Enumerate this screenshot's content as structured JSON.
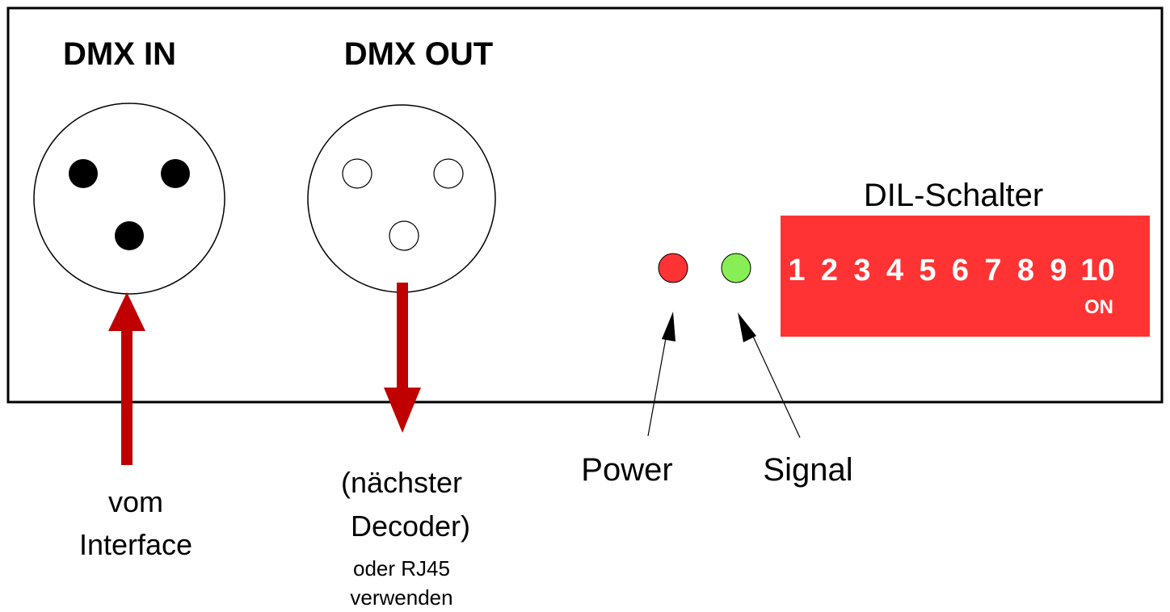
{
  "connectors": {
    "in": {
      "title": "DMX IN",
      "caption_lines": [
        "vom",
        "Interface"
      ]
    },
    "out": {
      "title": "DMX OUT",
      "caption_lines": [
        "(nächster",
        "Decoder)"
      ],
      "note_lines": [
        "oder RJ45",
        "verwenden"
      ]
    }
  },
  "leds": {
    "power": {
      "label": "Power",
      "color": "#ff3333"
    },
    "signal": {
      "label": "Signal",
      "color": "#88ee55"
    }
  },
  "dil_switch": {
    "title": "DIL-Schalter",
    "numbers": [
      "1",
      "2",
      "3",
      "4",
      "5",
      "6",
      "7",
      "8",
      "9",
      "10"
    ],
    "on_label": "ON",
    "color": "#ff3333"
  },
  "colors": {
    "arrow": "#c00000",
    "outline": "#000000"
  }
}
